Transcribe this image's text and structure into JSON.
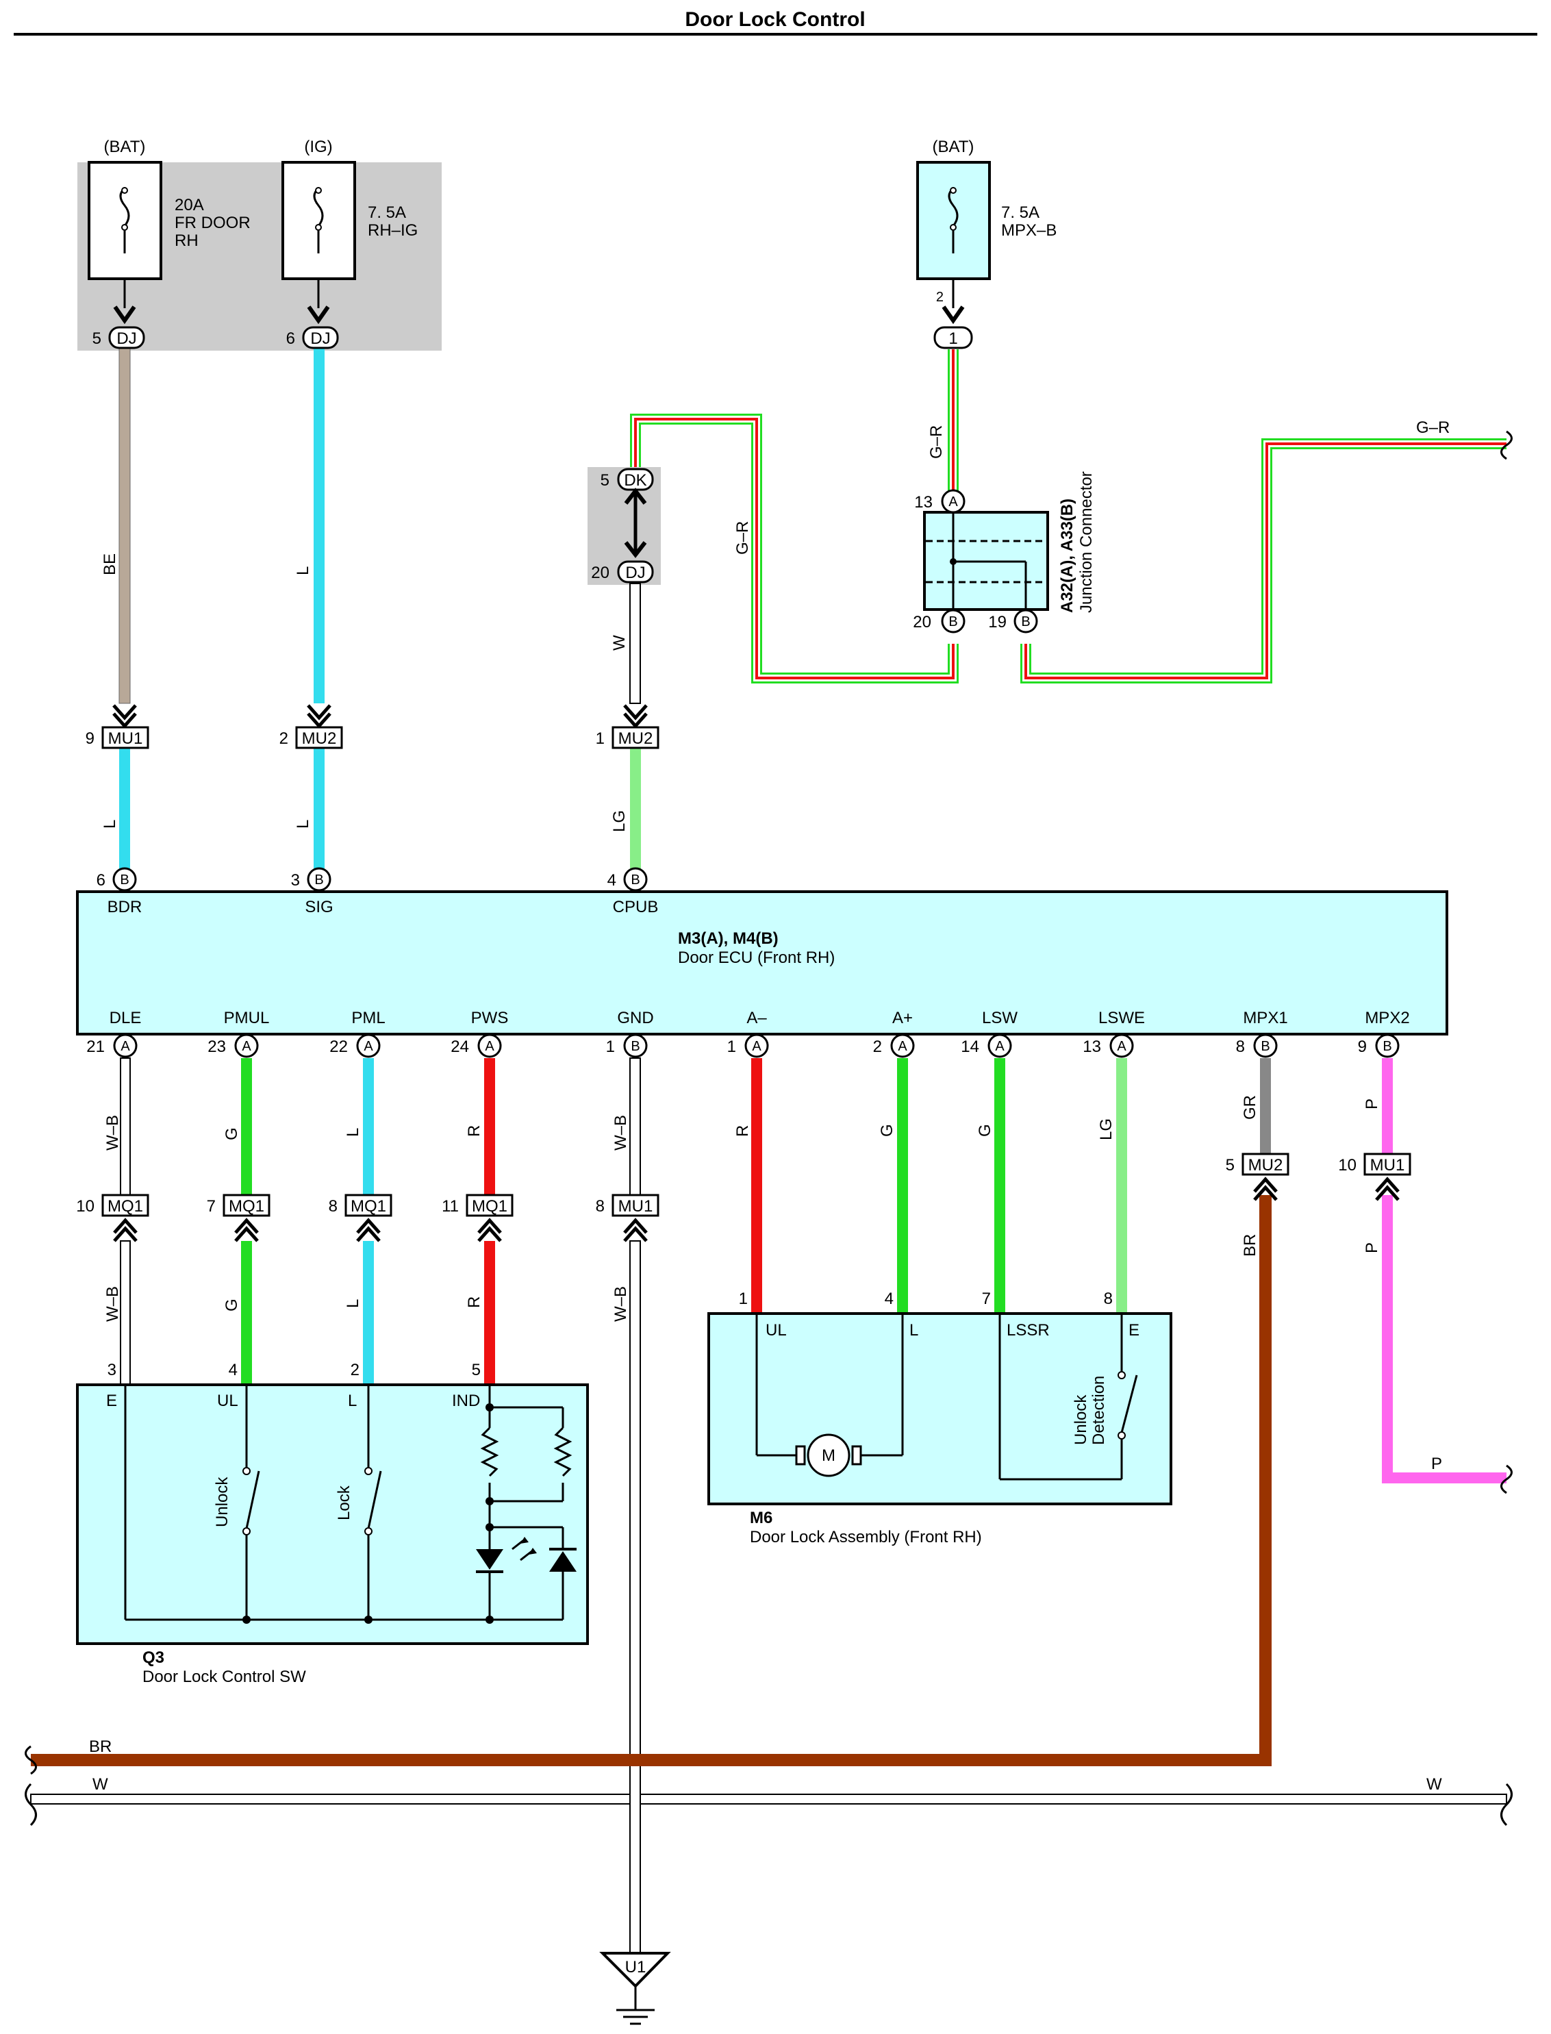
{
  "title": "Door Lock Control",
  "power": {
    "bat1_label": "(BAT)",
    "ig_label": "(IG)",
    "bat2_label": "(BAT)",
    "fuse_fr_door_l1": "20A",
    "fuse_fr_door_l2": "FR DOOR",
    "fuse_fr_door_l3": "RH",
    "fuse_rh_ig_l1": "7. 5A",
    "fuse_rh_ig_l2": "RH–IG",
    "fuse_mpx_l1": "7. 5A",
    "fuse_mpx_l2": "MPX–B"
  },
  "connectors": {
    "dj": "DJ",
    "dk": "DK",
    "mu1": "MU1",
    "mu2": "MU2",
    "mq1": "MQ1",
    "a": "A",
    "b": "B",
    "one": "1",
    "u1": "U1"
  },
  "pins": {
    "p5": "5",
    "p6": "6",
    "p2": "2",
    "p13": "13",
    "p20": "20",
    "p19": "19",
    "p9": "9",
    "p1": "1",
    "p3": "3",
    "p4": "4",
    "p21": "21",
    "p23": "23",
    "p22": "22",
    "p24": "24",
    "p14": "14",
    "p8": "8",
    "p10": "10",
    "p7": "7",
    "p11": "11"
  },
  "wire_colors": {
    "BE": "BE",
    "L": "L",
    "W": "W",
    "GR_dash": "G–R",
    "LG": "LG",
    "WB": "W–B",
    "G": "G",
    "R": "R",
    "GR": "GR",
    "P": "P",
    "BR": "BR"
  },
  "junction": {
    "name": "A32(A), A33(B)",
    "desc": "Junction Connector"
  },
  "ecu": {
    "name": "M3(A), M4(B)",
    "desc": "Door ECU (Front RH)",
    "top_terms": [
      "BDR",
      "SIG",
      "CPUB"
    ],
    "bottom_terms": [
      "DLE",
      "PMUL",
      "PML",
      "PWS",
      "GND",
      "A–",
      "A+",
      "LSW",
      "LSWE",
      "MPX1",
      "MPX2"
    ]
  },
  "switch": {
    "name": "Q3",
    "desc": "Door Lock Control SW",
    "terms": [
      "E",
      "UL",
      "L",
      "IND"
    ],
    "unlock": "Unlock",
    "lock": "Lock"
  },
  "lock_assy": {
    "name": "M6",
    "desc": "Door Lock Assembly (Front RH)",
    "terms": [
      "UL",
      "L",
      "LSSR",
      "E"
    ],
    "motor": "M",
    "unlock_l1": "Unlock",
    "unlock_l2": "Detection"
  },
  "colors": {
    "BE": "#b8a898",
    "L": "#33ddee",
    "LG": "#88ee88",
    "G": "#22dd22",
    "R": "#ee1111",
    "GR": "#888888",
    "P": "#ff66ee",
    "BR": "#993300",
    "ecu_fill": "#ccffff",
    "shade": "#cccccc"
  }
}
